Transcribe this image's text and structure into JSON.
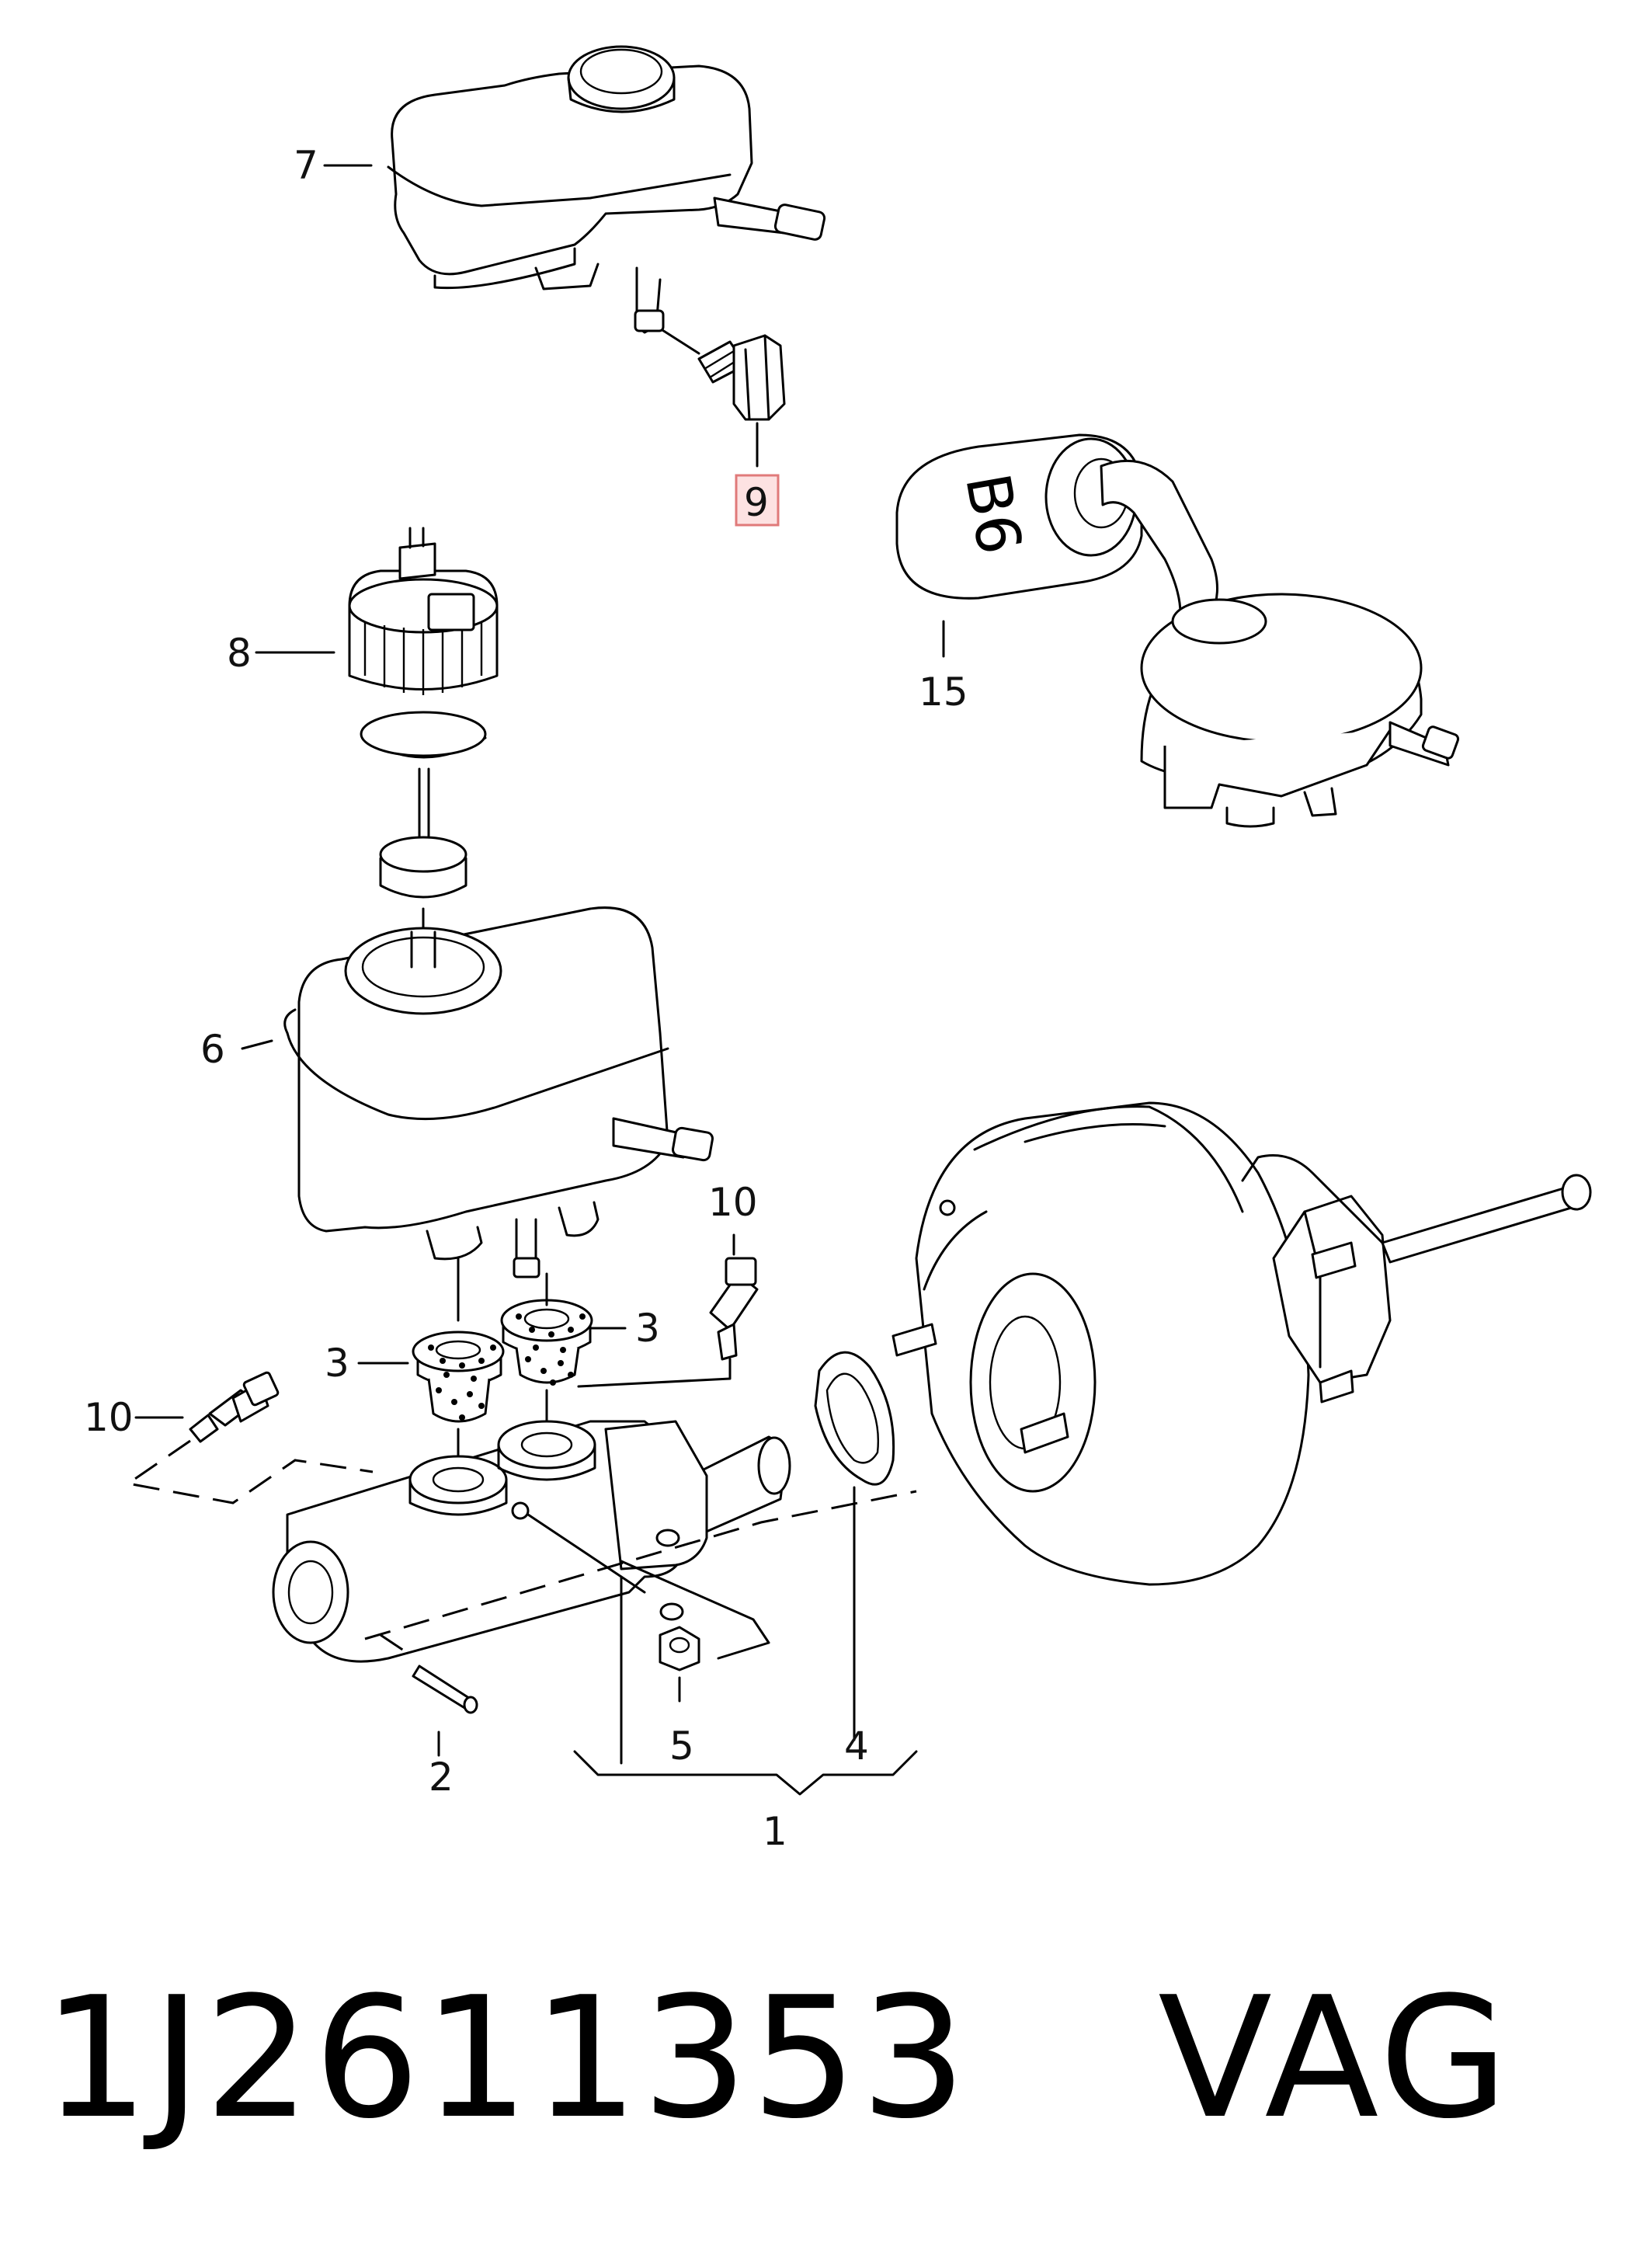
{
  "callouts": {
    "c1": "1",
    "c2": "2",
    "c3a": "3",
    "c3b": "3",
    "c4": "4",
    "c5": "5",
    "c6": "6",
    "c7": "7",
    "c8": "8",
    "c9": "9",
    "c10a": "10",
    "c10b": "10",
    "c15": "15"
  },
  "label_b6": "B6",
  "highlighted_callout": "9",
  "colors": {
    "highlight_fill": "#fde2e2",
    "highlight_border": "#e07a7a"
  },
  "footer": {
    "part_number": "1J2611353",
    "brand": "VAG"
  }
}
